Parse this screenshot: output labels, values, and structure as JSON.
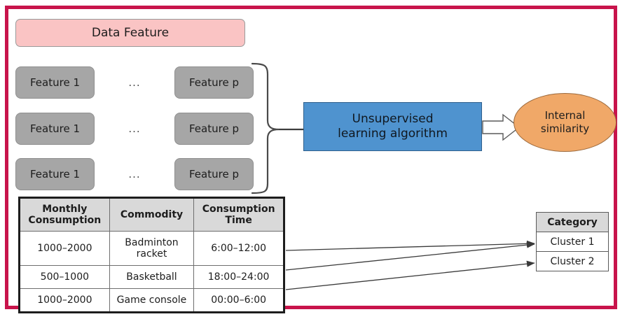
{
  "frame": {
    "border_color": "#c8144b"
  },
  "banner": {
    "label": "Data Feature",
    "color": "#fac4c4"
  },
  "features": {
    "ellipsis": "...",
    "rows": [
      {
        "first": "Feature 1",
        "last": "Feature p"
      },
      {
        "first": "Feature 1",
        "last": "Feature p"
      },
      {
        "first": "Feature 1",
        "last": "Feature p"
      }
    ],
    "box_color": "#a6a6a6"
  },
  "algorithm": {
    "line1": "Unsupervised",
    "line2": "learning algorithm",
    "color": "#4f93cf"
  },
  "output": {
    "line1": "Internal",
    "line2": "similarity",
    "color": "#f0a868"
  },
  "table": {
    "headers": [
      "Monthly Consumption",
      "Commodity",
      "Consumption Time"
    ],
    "header_lines": [
      [
        "Monthly",
        "Consumption"
      ],
      [
        "Commodity",
        ""
      ],
      [
        "Consumption",
        "Time"
      ]
    ],
    "rows": [
      {
        "consumption": "1000–2000",
        "commodity_line1": "Badminton",
        "commodity_line2": "racket",
        "time": "6:00–12:00"
      },
      {
        "consumption": "500–1000",
        "commodity_line1": "Basketball",
        "commodity_line2": "",
        "time": "18:00–24:00"
      },
      {
        "consumption": "1000–2000",
        "commodity_line1": "Game console",
        "commodity_line2": "",
        "time": "00:00–6:00"
      }
    ]
  },
  "clusters": {
    "header": "Category",
    "items": [
      "Cluster 1",
      "Cluster 2"
    ]
  }
}
